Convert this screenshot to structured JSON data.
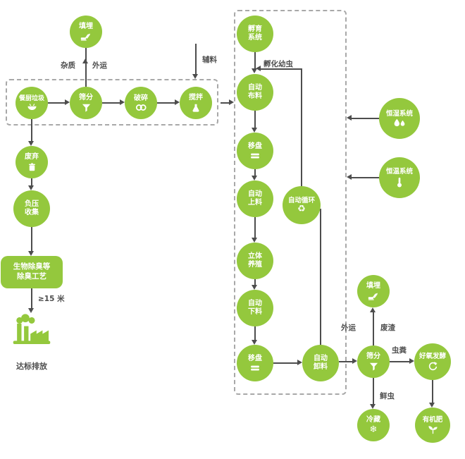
{
  "colors": {
    "green": "#94C83D",
    "text": "#4D4D4D"
  },
  "nodes": {
    "landfill_top": "填埋",
    "kitchen_waste": "餐厨垃圾",
    "screening_top": "筛分",
    "crushing": "破碎",
    "mixing": "搅拌",
    "discard": "废弃",
    "negative_pressure": "负压\n收集",
    "deodorization": "生物除臭等\n除臭工艺",
    "discharge": "达标排放",
    "incubation": "孵育\n系统",
    "auto_spread": "自动\n布料",
    "tray_move_1": "移盘",
    "auto_feed": "自动\n上料",
    "stereo_farming": "立体\n养殖",
    "auto_drop": "自动\n下料",
    "tray_move_2": "移盘",
    "auto_unload": "自动\n卸料",
    "auto_cycle": "自动循环",
    "humidity_system": "恒湿系统",
    "temperature_system": "恒温系统",
    "landfill_bottom": "填埋",
    "screening_bottom": "筛分",
    "aerobic_fermentation": "好氧发酵",
    "cold_storage": "冷藏",
    "organic_fertilizer": "有机肥"
  },
  "labels": {
    "impurities": "杂质",
    "outbound_top": "外运",
    "auxiliary_material": "辅料",
    "hatched_larvae": "孵化幼虫",
    "min_distance": "≥15 米",
    "outbound_bottom": "外运",
    "waste_residue": "废渣",
    "insect_manure": "虫粪",
    "fresh_insects": "鲜虫"
  },
  "icons": {
    "landfill": "excavator-icon",
    "kitchen_waste": "bowl-icon",
    "screening": "funnel-icon",
    "crushing": "chain-links-icon",
    "mixing": "flask-icon",
    "discard": "trash-icon",
    "tray_move": "trays-icon",
    "auto_cycle": "♻",
    "humidity": "droplets-icon",
    "temperature": "thermometer-icon",
    "aerobic": "circular-arrow-icon",
    "cold": "❄",
    "fertilizer": "sprout-icon",
    "discharge": "factory-smoke-icon"
  }
}
